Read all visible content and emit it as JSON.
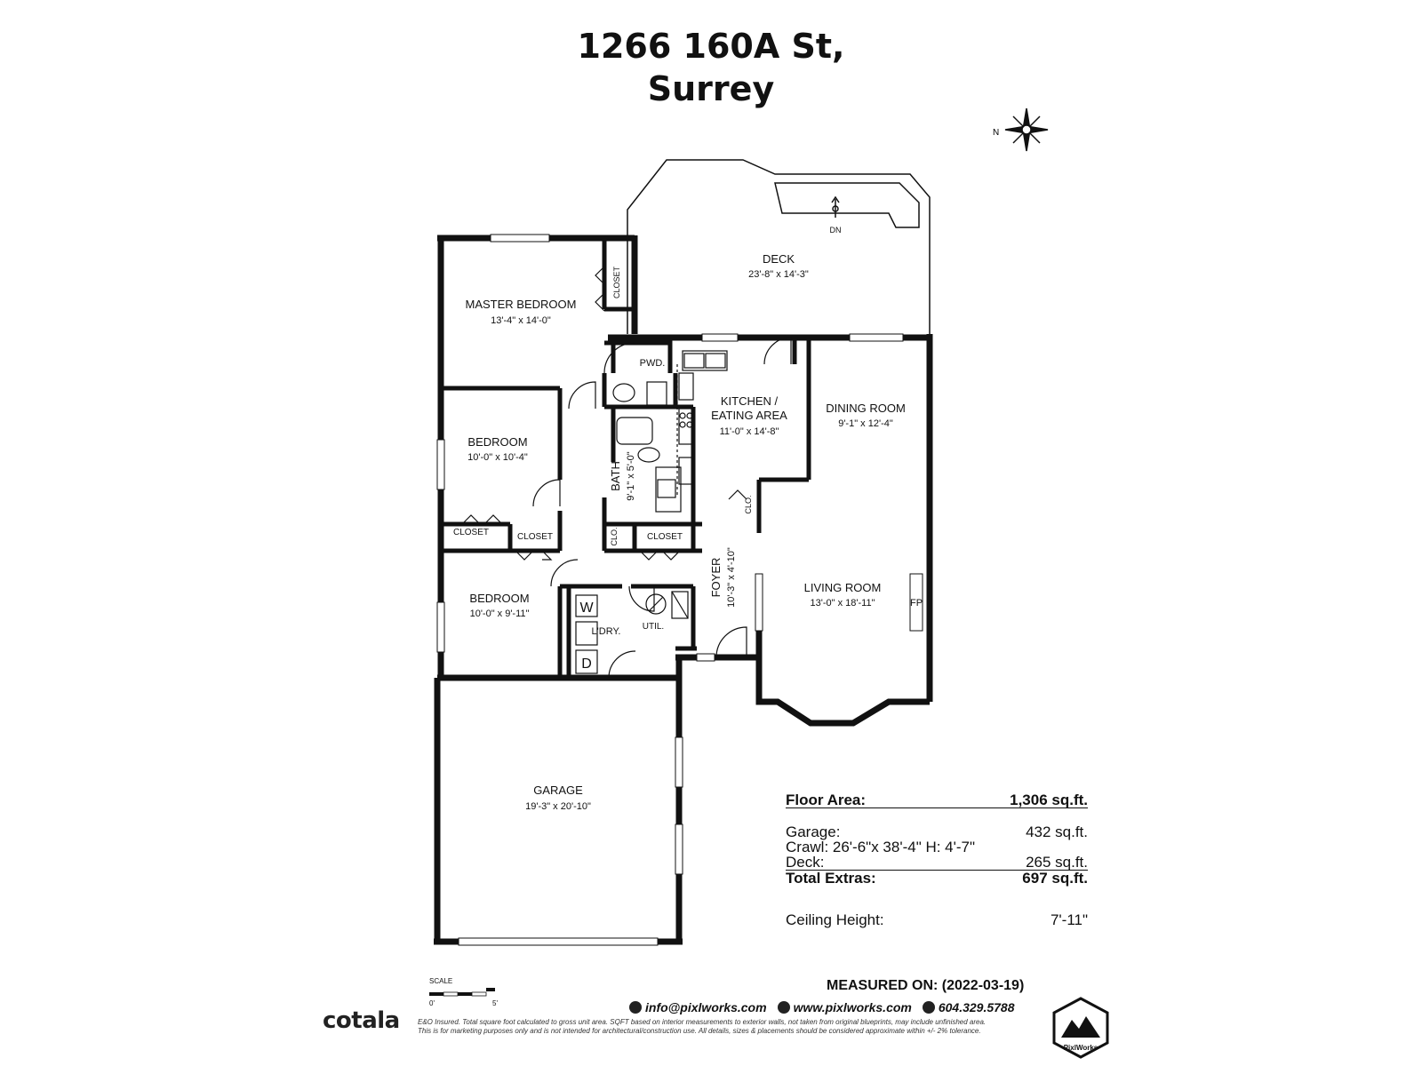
{
  "title": {
    "line1": "1266 160A St,",
    "line2": "Surrey"
  },
  "compass": {
    "north_label": "N"
  },
  "rooms": {
    "deck": {
      "name": "DECK",
      "dims": "23'-8\" x 14'-3\""
    },
    "stairs": {
      "label": "DN"
    },
    "master": {
      "name": "MASTER BEDROOM",
      "dims": "13'-4\" x 14'-0\""
    },
    "master_closet": {
      "name": "CLOSET"
    },
    "pwd": {
      "name": "PWD."
    },
    "kitchen": {
      "name1": "KITCHEN /",
      "name2": "EATING AREA",
      "dims": "11'-0\" x 14'-8\""
    },
    "dining": {
      "name": "DINING ROOM",
      "dims": "9'-1\" x 12'-4\""
    },
    "bedroom1": {
      "name": "BEDROOM",
      "dims": "10'-0\" x 10'-4\""
    },
    "bath": {
      "name": "BATH",
      "dims": "9'-1\" x 5'-0\""
    },
    "clo1": {
      "name": "CLO."
    },
    "clo2": {
      "name": "CLO."
    },
    "closet1": {
      "name": "CLOSET"
    },
    "closet2": {
      "name": "CLOSET"
    },
    "closet3": {
      "name": "CLOSET"
    },
    "foyer": {
      "name": "FOYER",
      "dims": "10'-3\" x 4'-10\""
    },
    "living": {
      "name": "LIVING ROOM",
      "dims": "13'-0\" x 18'-11\""
    },
    "fp": {
      "name": "FP"
    },
    "bedroom2": {
      "name": "BEDROOM",
      "dims": "10'-0\" x 9'-11\""
    },
    "laundry": {
      "name": "L'DRY.",
      "washer": "W",
      "dryer": "D"
    },
    "util": {
      "name": "UTIL."
    },
    "garage": {
      "name": "GARAGE",
      "dims": "19'-3\" x 20'-10\""
    }
  },
  "stats": {
    "floor_area_label": "Floor Area:",
    "floor_area_value": "1,306 sq.ft.",
    "garage_label": "Garage:",
    "garage_value": "432 sq.ft.",
    "crawl_label": "Crawl: 26'-6\"x 38'-4\" H: 4'-7\"",
    "deck_label": "Deck:",
    "deck_value": "265 sq.ft.",
    "total_extras_label": "Total Extras:",
    "total_extras_value": "697 sq.ft.",
    "ceiling_label": "Ceiling Height:",
    "ceiling_value": "7'-11\""
  },
  "scale": {
    "label": "SCALE",
    "start": "0'",
    "end": "5'"
  },
  "footer": {
    "measured": "MEASURED ON: (2022-03-19)",
    "email": "info@pixlworks.com",
    "web": "www.pixlworks.com",
    "phone": "604.329.5788",
    "disclaimer1": "E&O Insured.  Total square foot calculated to gross unit area. SQFT based on interior measurements to exterior walls, not taken from original blueprints, may include unfinished area.",
    "disclaimer2": "This is for marketing purposes only and is not intended for architectural/construction use.  All details, sizes & placements should be considered approximate within +/- 2% tolerance.",
    "brand": "cotala",
    "logo_text": "PixlWorks"
  }
}
